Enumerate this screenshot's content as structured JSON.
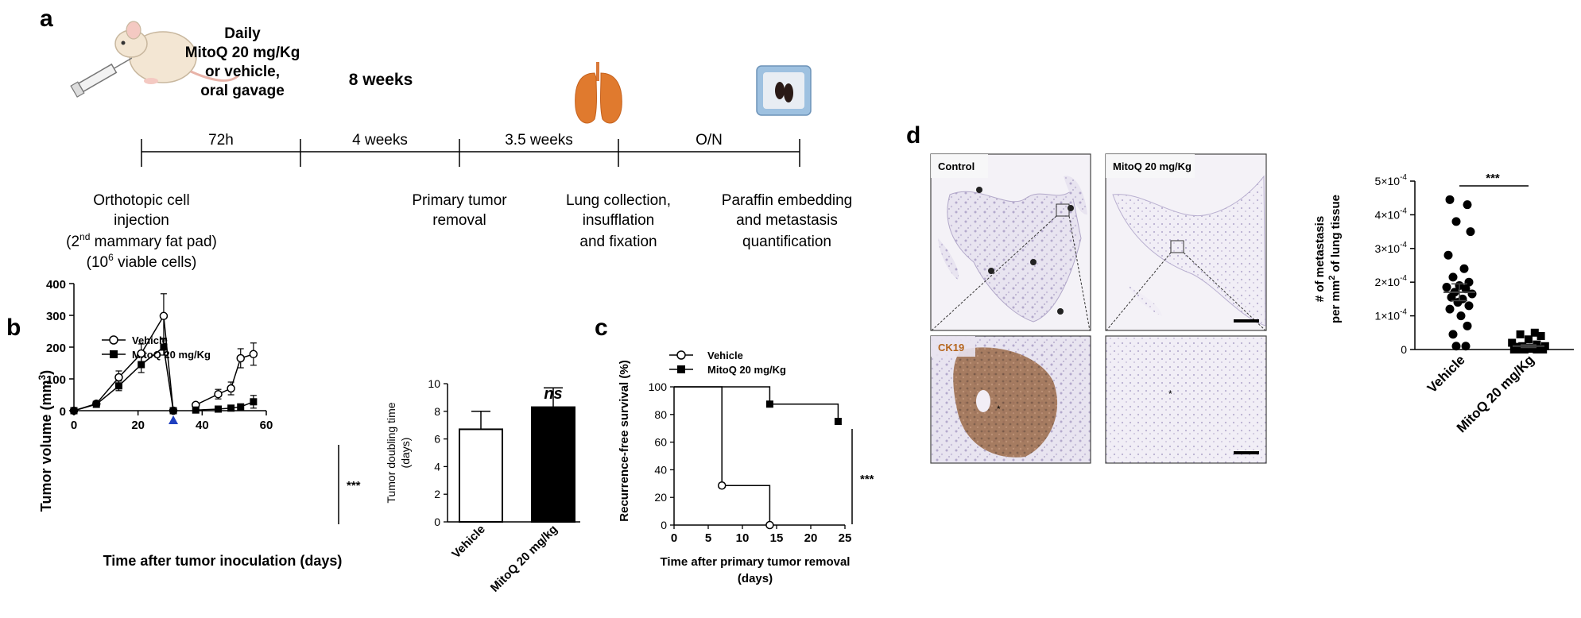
{
  "panel_a": {
    "label": "a",
    "treatment": [
      "Daily",
      "MitoQ 20 mg/Kg",
      "or vehicle,",
      "oral gavage"
    ],
    "total": "8 weeks",
    "intervals": [
      "72h",
      "4 weeks",
      "3.5 weeks",
      "O/N"
    ],
    "step1": [
      "Orthotopic cell",
      "injection"
    ],
    "step1_pad_a": "(2",
    "step1_pad_sup": "nd",
    "step1_pad_b": " mammary fat pad)",
    "step1_cells_a": "(10",
    "step1_cells_sup": "6",
    "step1_cells_b": " viable cells)",
    "step2": [
      "Primary tumor",
      "removal"
    ],
    "step3": [
      "Lung collection,",
      "insufflation",
      "and fixation"
    ],
    "step4": [
      "Paraffin embedding",
      "and metastasis",
      "quantification"
    ]
  },
  "panel_b_label": "b",
  "panel_c_label": "c",
  "panel_d_label": "d",
  "legend": {
    "vehicle": "Vehicle",
    "mitoq": "MitoQ 20 mg/Kg"
  },
  "colors": {
    "marker_arrow": "#1f3fbf",
    "ck19_label": "#b5651d",
    "lung": "#e07a2e",
    "tissue": "#c4bcd6",
    "stain": "#8a5a3a"
  },
  "annotations": {
    "sig": "***",
    "ns": "ns"
  },
  "histology": {
    "control": "Control",
    "mitoq": "MitoQ 20 mg/Kg",
    "ck19": "CK19",
    "asterisk": "*"
  },
  "chart_data": [
    {
      "type": "line",
      "xlabel": "Time after tumor inoculation (days)",
      "ylabel_a": "Tumor volume (mm",
      "ylabel_sup": "3",
      "ylabel_b": ")",
      "xlim": [
        0,
        60
      ],
      "ylim": [
        0,
        400
      ],
      "xticks": [
        "0",
        "20",
        "40",
        "60"
      ],
      "yticks": [
        "0",
        "100",
        "200",
        "300",
        "400"
      ],
      "series": [
        {
          "name": "Vehicle",
          "marker": "open-circle",
          "segments": [
            [
              {
                "x": 0,
                "y": 0,
                "e": 0
              },
              {
                "x": 7,
                "y": 22,
                "e": 5
              },
              {
                "x": 14,
                "y": 105,
                "e": 20
              },
              {
                "x": 21,
                "y": 180,
                "e": 30
              },
              {
                "x": 28,
                "y": 298,
                "e": 70
              },
              {
                "x": 31,
                "y": 0,
                "e": 0
              }
            ],
            [
              {
                "x": 38,
                "y": 18,
                "e": 6
              },
              {
                "x": 45,
                "y": 52,
                "e": 15
              },
              {
                "x": 49,
                "y": 70,
                "e": 20
              },
              {
                "x": 52,
                "y": 165,
                "e": 30
              },
              {
                "x": 56,
                "y": 178,
                "e": 35
              }
            ]
          ]
        },
        {
          "name": "MitoQ 20 mg/Kg",
          "marker": "filled-square",
          "segments": [
            [
              {
                "x": 0,
                "y": 0,
                "e": 0
              },
              {
                "x": 7,
                "y": 20,
                "e": 5
              },
              {
                "x": 14,
                "y": 78,
                "e": 15
              },
              {
                "x": 21,
                "y": 145,
                "e": 25
              },
              {
                "x": 28,
                "y": 200,
                "e": 25
              },
              {
                "x": 31,
                "y": 0,
                "e": 0
              }
            ],
            [
              {
                "x": 38,
                "y": 2,
                "e": 2
              },
              {
                "x": 45,
                "y": 5,
                "e": 3
              },
              {
                "x": 49,
                "y": 8,
                "e": 4
              },
              {
                "x": 52,
                "y": 12,
                "e": 8
              },
              {
                "x": 56,
                "y": 28,
                "e": 20
              }
            ]
          ]
        }
      ],
      "arrow_at_x": 31
    },
    {
      "type": "bar",
      "ylabel": [
        "Tumor doubling time",
        "(days)"
      ],
      "categories": [
        "Vehicle",
        "MitoQ 20 mg/kg"
      ],
      "values": [
        6.7,
        8.3
      ],
      "errors": [
        1.3,
        1.4
      ],
      "ylim": [
        0,
        10
      ],
      "yticks": [
        "0",
        "2",
        "4",
        "6",
        "8",
        "10"
      ]
    },
    {
      "type": "line",
      "subtype": "step-survival",
      "xlabel": [
        "Time after primary tumor removal",
        "(days)"
      ],
      "ylabel": "Recurrence-free survival (%)",
      "xlim": [
        0,
        25
      ],
      "ylim": [
        0,
        100
      ],
      "xticks": [
        "0",
        "5",
        "10",
        "15",
        "20",
        "25"
      ],
      "yticks": [
        "0",
        "20",
        "40",
        "60",
        "80",
        "100"
      ],
      "series": [
        {
          "name": "Vehicle",
          "marker": "open-circle",
          "steps": [
            [
              0,
              100
            ],
            [
              7,
              100
            ],
            [
              7,
              28.6
            ],
            [
              14,
              28.6
            ],
            [
              14,
              0
            ]
          ],
          "points": [
            [
              7,
              28.6
            ],
            [
              14,
              0
            ]
          ]
        },
        {
          "name": "MitoQ 20 mg/Kg",
          "marker": "filled-square",
          "steps": [
            [
              0,
              100
            ],
            [
              14,
              100
            ],
            [
              14,
              87.5
            ],
            [
              24,
              87.5
            ],
            [
              24,
              75
            ]
          ],
          "points": [
            [
              14,
              87.5
            ],
            [
              24,
              75
            ]
          ]
        }
      ]
    },
    {
      "type": "scatter",
      "ylabel_a": "# of metastasis",
      "ylabel_b1": "per mm",
      "ylabel_sup": "2",
      "ylabel_b2": " of lung tissue",
      "categories": [
        "Vehicle",
        "MitoQ 20 mg/Kg"
      ],
      "ylim": [
        0,
        0.0005
      ],
      "yticks": [
        [
          "0",
          ""
        ],
        [
          "1×10",
          "-4"
        ],
        [
          "2×10",
          "-4"
        ],
        [
          "3×10",
          "-4"
        ],
        [
          "4×10",
          "-4"
        ],
        [
          "5×10",
          "-4"
        ]
      ],
      "vehicle_values": [
        0.000445,
        0.00043,
        0.00038,
        0.00035,
        0.00028,
        0.00024,
        0.000215,
        0.0002,
        0.00019,
        0.000185,
        0.00018,
        0.00017,
        0.000165,
        0.000155,
        0.00015,
        0.00014,
        0.00013,
        0.00012,
        0.0001,
        7e-05,
        4.5e-05,
        1e-05,
        1e-05
      ],
      "vehicle_mean": 0.00017,
      "vehicle_sem": 2.5e-05,
      "mitoq_values": [
        5e-05,
        4.5e-05,
        4e-05,
        3e-05,
        2e-05,
        1.5e-05,
        1e-05,
        1e-05,
        8e-06,
        5e-06,
        5e-06,
        3e-06,
        2e-06,
        2e-06,
        1e-06,
        0,
        0,
        0,
        0,
        0,
        0,
        0,
        0
      ],
      "mitoq_mean": 1e-05,
      "mitoq_sem": 4e-06
    }
  ]
}
